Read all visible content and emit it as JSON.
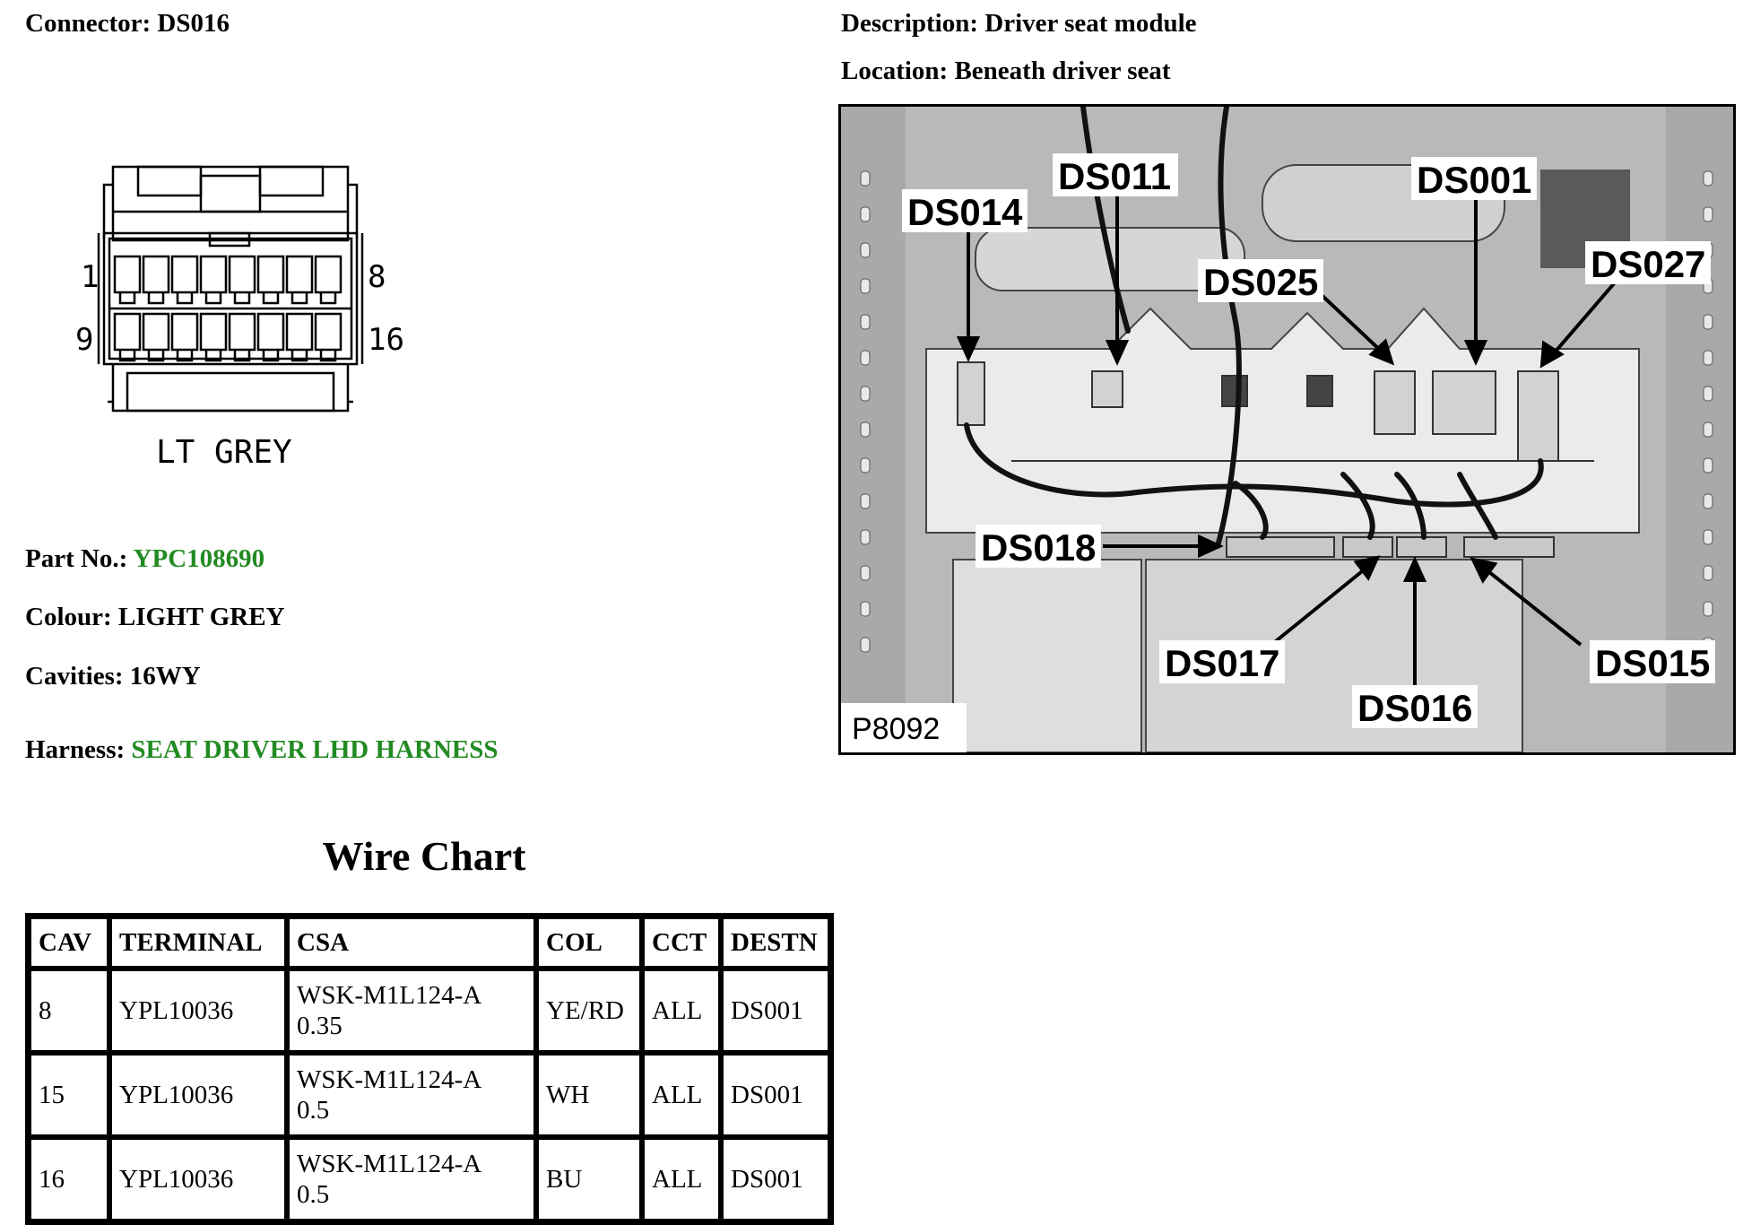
{
  "header": {
    "connector_label": "Connector:",
    "connector_value": "DS016",
    "description_label": "Description:",
    "description_value": "Driver seat module",
    "location_label": "Location:",
    "location_value": "Beneath driver seat"
  },
  "connector_drawing": {
    "pin_top_left": "1",
    "pin_top_right": "8",
    "pin_bottom_left": "9",
    "pin_bottom_right": "16",
    "colour_caption": "LT GREY"
  },
  "details": {
    "part_no_label": "Part No.:",
    "part_no_value": "YPC108690",
    "colour_label": "Colour:",
    "colour_value": "LIGHT GREY",
    "cavities_label": "Cavities:",
    "cavities_value": "16WY",
    "harness_label": "Harness:",
    "harness_value": "SEAT DRIVER LHD HARNESS"
  },
  "photo": {
    "figure_id": "P8092",
    "callouts": {
      "ds014": "DS014",
      "ds011": "DS011",
      "ds001": "DS001",
      "ds025": "DS025",
      "ds027": "DS027",
      "ds018": "DS018",
      "ds017": "DS017",
      "ds016": "DS016",
      "ds015": "DS015"
    }
  },
  "wire_chart": {
    "title": "Wire Chart",
    "columns": {
      "cav": "CAV",
      "terminal": "TERMINAL",
      "csa": "CSA",
      "col": "COL",
      "cct": "CCT",
      "destn": "DESTN"
    },
    "rows": [
      {
        "cav": "8",
        "terminal": "YPL10036",
        "csa_spec": "WSK-M1L124-A",
        "csa_size": "0.35",
        "col": "YE/RD",
        "cct": "ALL",
        "destn": "DS001"
      },
      {
        "cav": "15",
        "terminal": "YPL10036",
        "csa_spec": "WSK-M1L124-A",
        "csa_size": "0.5",
        "col": "WH",
        "cct": "ALL",
        "destn": "DS001"
      },
      {
        "cav": "16",
        "terminal": "YPL10036",
        "csa_spec": "WSK-M1L124-A",
        "csa_size": "0.5",
        "col": "BU",
        "cct": "ALL",
        "destn": "DS001"
      }
    ]
  },
  "colors": {
    "link_green": "#228b22",
    "photo_background": "#b9b9b9"
  }
}
